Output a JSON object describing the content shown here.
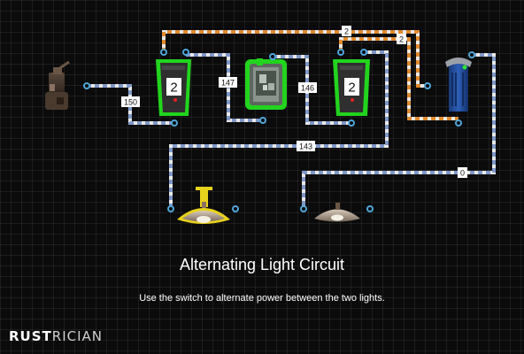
{
  "diagram": {
    "title": "Alternating Light Circuit",
    "subtitle": "Use the switch to alternate power between the two lights."
  },
  "brand": {
    "part1": "RUST",
    "part2": "RICIAN"
  },
  "wire_labels": {
    "w150": "150",
    "w147": "147",
    "w146": "146",
    "w143": "143",
    "w2a": "2",
    "w2b": "2",
    "w0": "0"
  },
  "devices": {
    "branch_left_value": "2",
    "branch_right_value": "2"
  },
  "colors": {
    "wire_power": "#7f97c8",
    "wire_orange": "#e08a2e",
    "selected_outline": "#22d41e",
    "active_light_outline": "#e8d21c",
    "connector": "#4fa6d8"
  }
}
